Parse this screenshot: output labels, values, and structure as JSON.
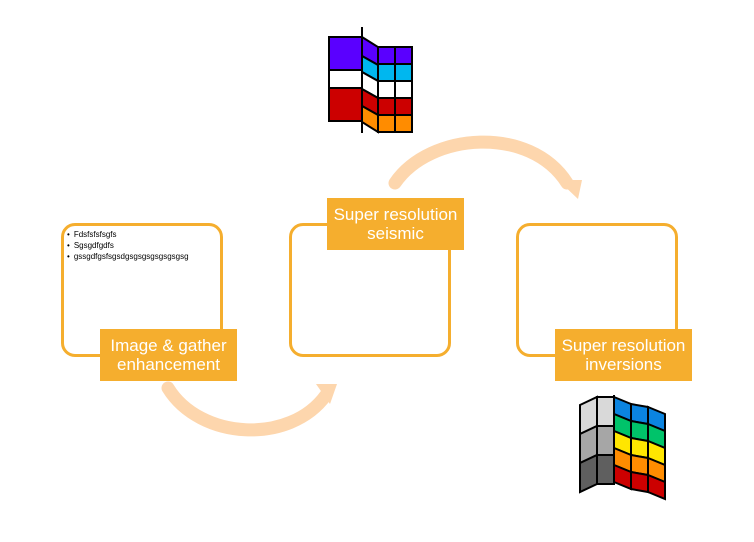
{
  "panels": {
    "left": {
      "label_lines": [
        "Image & gather",
        "enhancement"
      ],
      "bullets": [
        "Fdsfsfsfsgfs",
        "Sgsgdfgdfs",
        "gssgdfgsfsgsdgsgsgsgsgsgsgsg"
      ]
    },
    "middle": {
      "label_lines": [
        "Super resolution",
        "seismic"
      ]
    },
    "right": {
      "label_lines": [
        "Super resolution",
        "inversions"
      ]
    }
  },
  "colors": {
    "accent": "#f5ae2e",
    "arrow": "#fdd6ad",
    "purple": "#5a00ff",
    "cyan": "#00b7ef",
    "red": "#cc0000",
    "orange": "#ff8c00",
    "blue": "#0b84e0",
    "green": "#00c36a",
    "yellow": "#ffe600",
    "gray_light": "#d9d9d9",
    "gray_mid": "#a6a6a6",
    "gray_dark": "#5f5f5f"
  }
}
